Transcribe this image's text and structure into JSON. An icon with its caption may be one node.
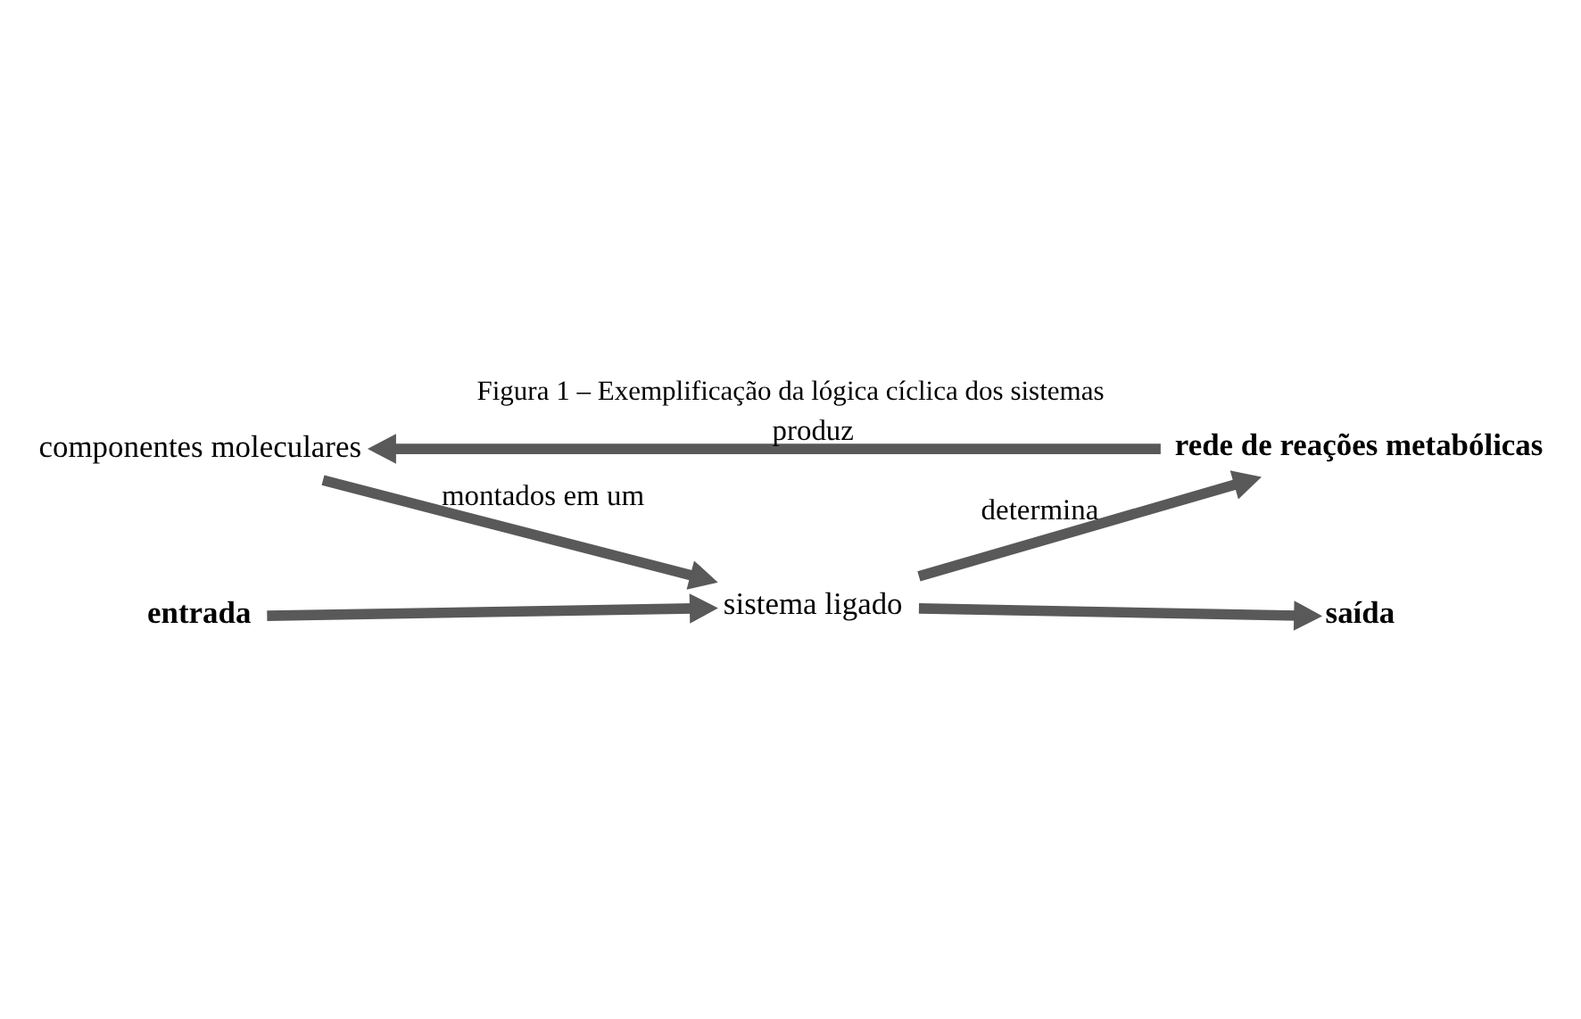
{
  "diagram": {
    "title": "Figura 1 – Exemplificação da lógica cíclica dos sistemas",
    "nodes": [
      {
        "text": [
          "componentes moleculares"
        ]
      },
      {
        "text": [
          "sistema ligado"
        ]
      },
      {
        "text": [
          "entrada"
        ]
      },
      {
        "text": [
          "rede de reações metabólicas"
        ]
      },
      {
        "text": [
          "saída"
        ]
      }
    ],
    "edges": [
      {
        "from": 0,
        "to": 1,
        "arrow": "to",
        "label": "montados em um"
      },
      {
        "from": 2,
        "to": 1,
        "arrow": "to"
      },
      {
        "from": 1,
        "to": 3,
        "arrow": "to",
        "label": "determina"
      },
      {
        "from": 1,
        "to": 4,
        "arrow": "to"
      },
      {
        "from": 3,
        "to": 0,
        "arrow": "to",
        "label": "produz"
      }
    ]
  }
}
